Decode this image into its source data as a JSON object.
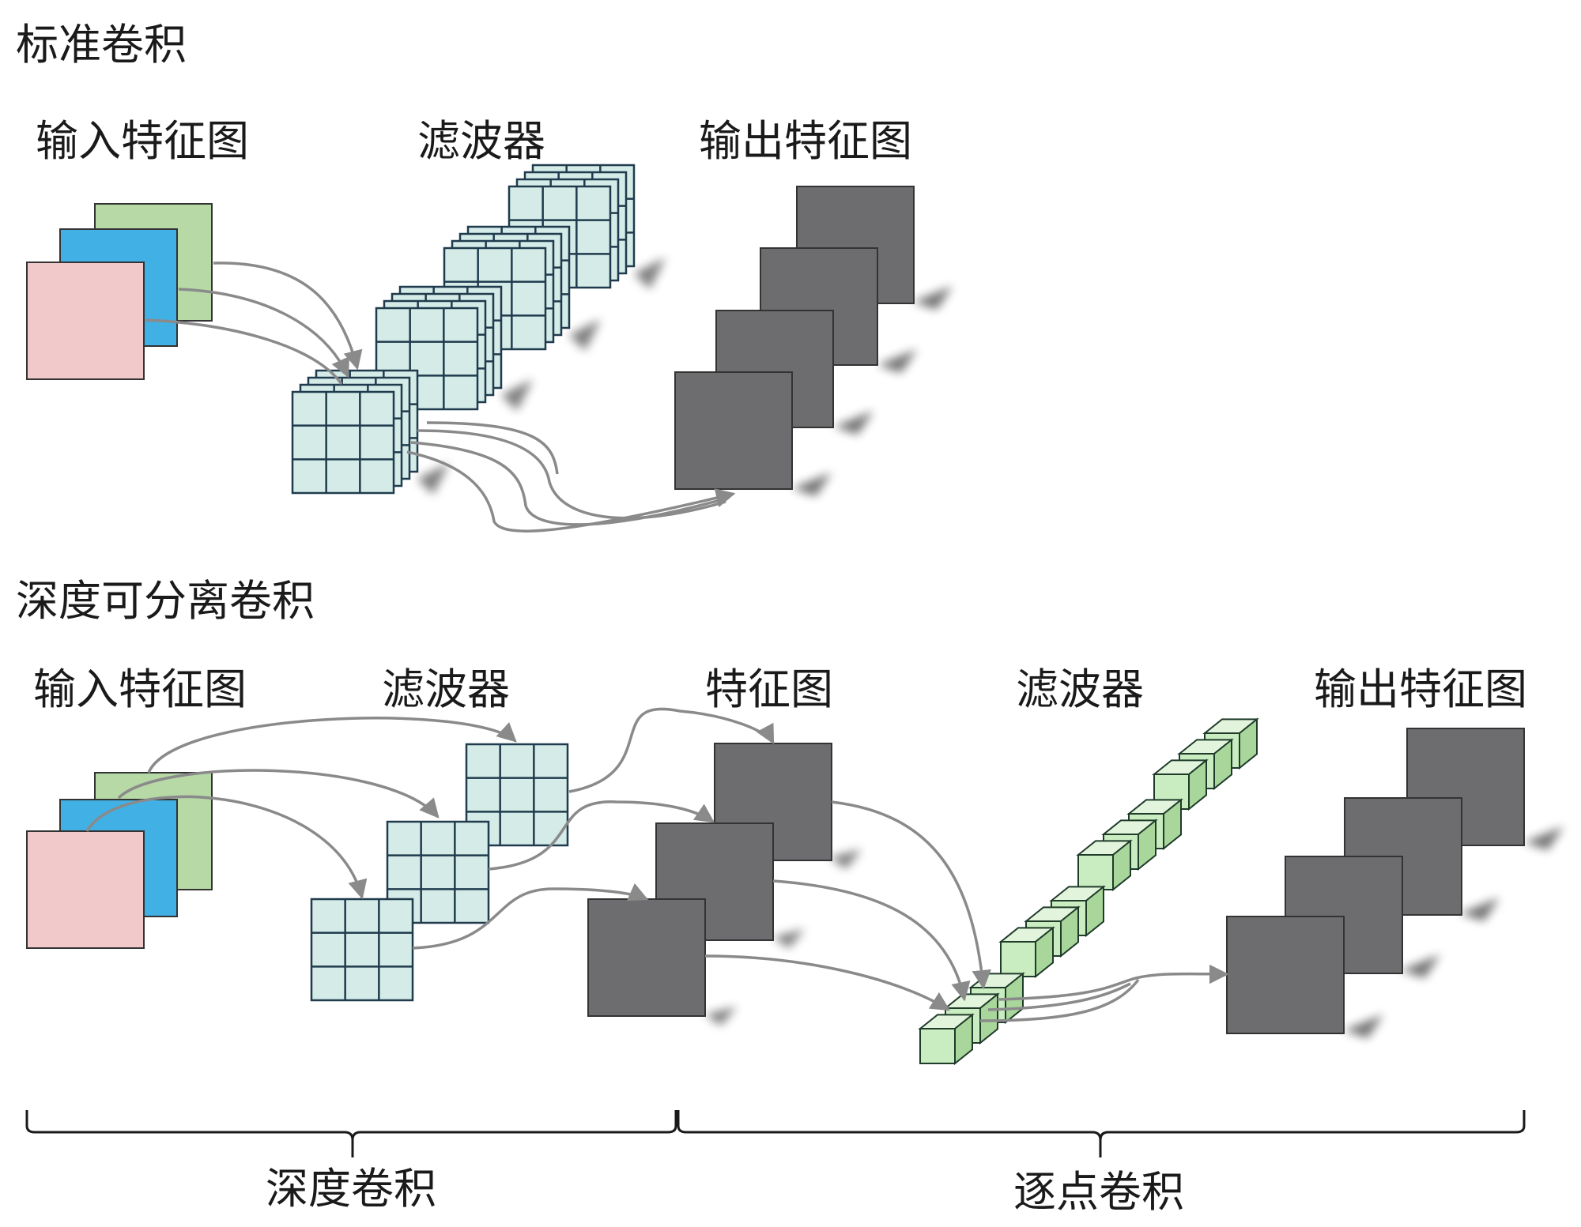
{
  "sections": {
    "standard": {
      "title": "标准卷积",
      "input_label": "输入特征图",
      "filter_label": "滤波器",
      "output_label": "输出特征图"
    },
    "depthwise_separable": {
      "title": "深度可分离卷积",
      "input_label": "输入特征图",
      "dw_filter_label": "滤波器",
      "feature_label": "特征图",
      "pw_filter_label": "滤波器",
      "output_label": "输出特征图"
    }
  },
  "braces": {
    "depthwise": "深度卷积",
    "pointwise": "逐点卷积"
  },
  "colors": {
    "input_pink": "#f2c9cb",
    "input_blue": "#41b0e4",
    "input_green": "#b7d9a6",
    "filter_fill": "#d4ebe7",
    "filter_line": "#1f3b4d",
    "feature_gray": "#6d6d70",
    "pw_green": "#c9ecc0",
    "arrow": "#8a8a8a"
  }
}
